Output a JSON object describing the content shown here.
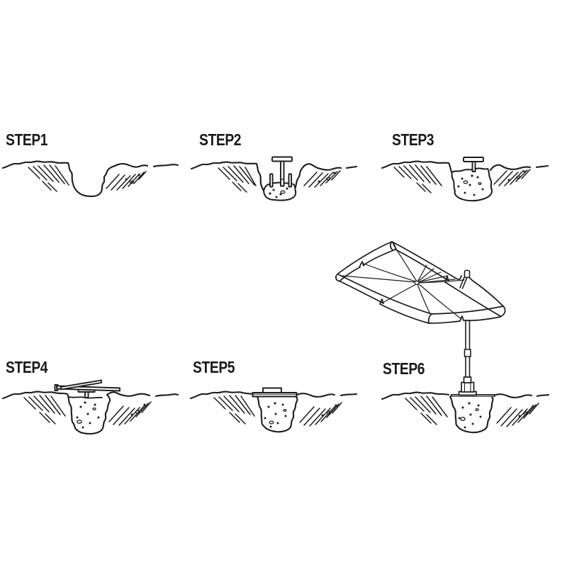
{
  "canvas": {
    "background": "#ffffff",
    "ink": "#1c1c1c"
  },
  "steps": [
    {
      "label": "STEP1",
      "illustration": "hole-dug-in-ground"
    },
    {
      "label": "STEP2",
      "illustration": "ground-anchor-set-in-hole"
    },
    {
      "label": "STEP3",
      "illustration": "hole-filled-with-concrete-anchor-exposed"
    },
    {
      "label": "STEP4",
      "illustration": "cross-base-bolted-to-anchor"
    },
    {
      "label": "STEP5",
      "illustration": "cover-plate-flush-with-ground"
    },
    {
      "label": "STEP6",
      "illustration": "cantilever-umbrella-mounted-on-base"
    }
  ]
}
